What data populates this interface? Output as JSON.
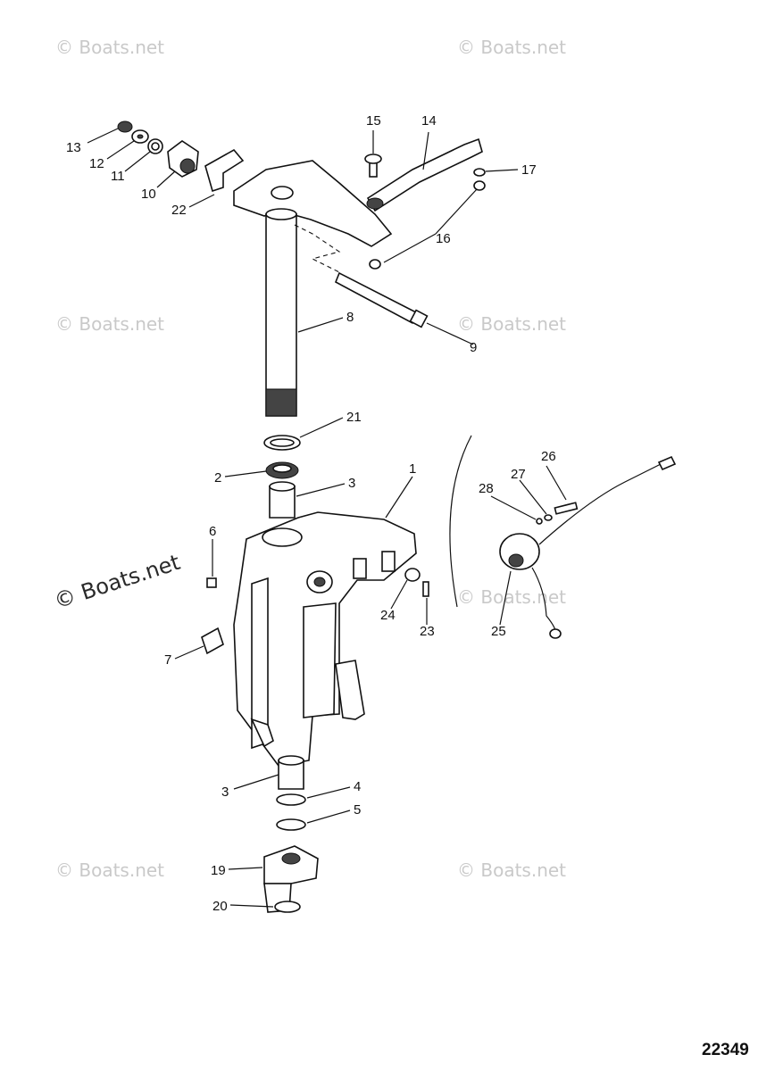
{
  "watermarks": {
    "brand": "© Boats.net"
  },
  "diagram": {
    "document_number": "22349",
    "callouts": {
      "c1": "1",
      "c2": "2",
      "c3a": "3",
      "c3b": "3",
      "c4": "4",
      "c5": "5",
      "c6": "6",
      "c7": "7",
      "c8": "8",
      "c9": "9",
      "c10": "10",
      "c11": "11",
      "c12": "12",
      "c13": "13",
      "c14": "14",
      "c15": "15",
      "c16a": "16",
      "c17": "17",
      "c19": "19",
      "c20": "20",
      "c21": "21",
      "c22": "22",
      "c23": "23",
      "c24": "24",
      "c25": "25",
      "c26": "26",
      "c27": "27",
      "c28": "28"
    }
  }
}
